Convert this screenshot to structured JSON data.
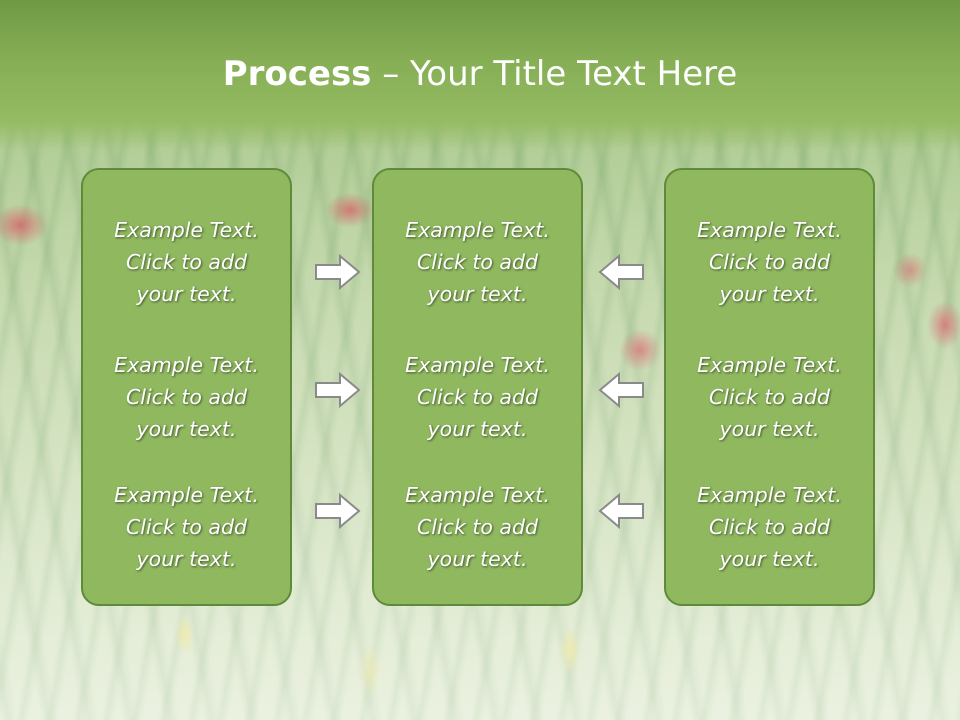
{
  "slide": {
    "title_bold": "Process",
    "title_rest": " – Your Title Text Here"
  },
  "panels": [
    {
      "items": [
        {
          "line1": "Example Text.",
          "line2": "Click  to add",
          "line3": "your text."
        },
        {
          "line1": "Example Text.",
          "line2": "Click  to add",
          "line3": "your text."
        },
        {
          "line1": "Example Text.",
          "line2": "Click  to add",
          "line3": "your text."
        }
      ]
    },
    {
      "items": [
        {
          "line1": "Example Text.",
          "line2": "Click  to add",
          "line3": "your text."
        },
        {
          "line1": "Example Text.",
          "line2": "Click  to add",
          "line3": "your text."
        },
        {
          "line1": "Example Text.",
          "line2": "Click  to add",
          "line3": "your text."
        }
      ]
    },
    {
      "items": [
        {
          "line1": "Example Text.",
          "line2": "Click  to add",
          "line3": "your text."
        },
        {
          "line1": "Example Text.",
          "line2": "Click  to add",
          "line3": "your text."
        },
        {
          "line1": "Example Text.",
          "line2": "Click  to add",
          "line3": "your text."
        }
      ]
    }
  ],
  "arrows": {
    "left_column": [
      "right-arrow-icon",
      "right-arrow-icon",
      "right-arrow-icon"
    ],
    "right_column": [
      "left-arrow-icon",
      "left-arrow-icon",
      "left-arrow-icon"
    ]
  },
  "colors": {
    "header": "#86ae55",
    "panel_fill": "#8fb85f",
    "panel_border": "#5e8a3a",
    "text": "#ffffff"
  }
}
